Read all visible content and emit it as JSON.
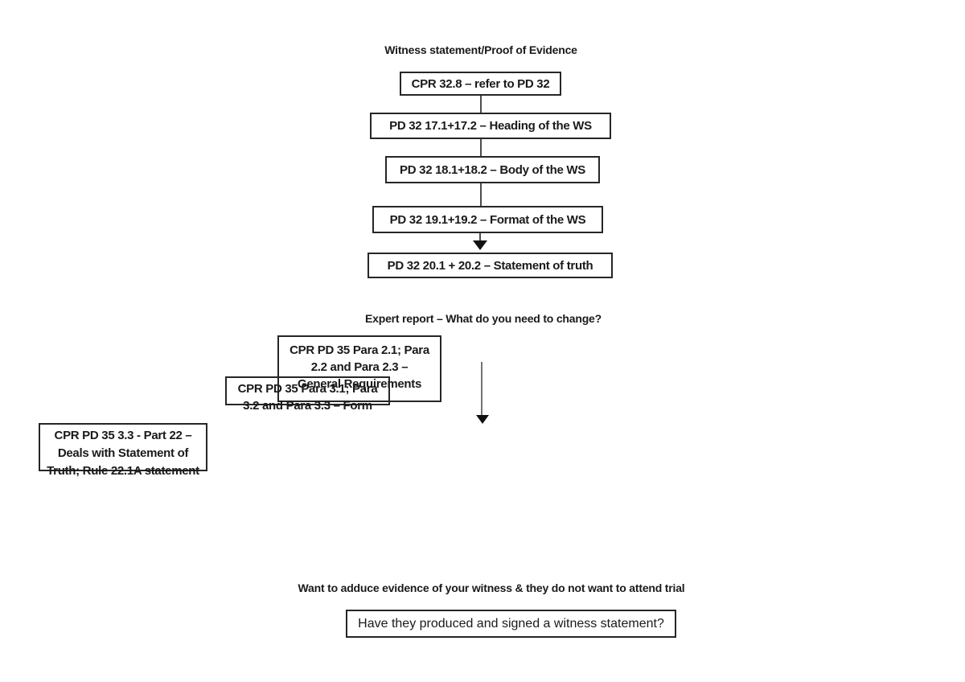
{
  "canvas": {
    "background": "#ffffff"
  },
  "colors": {
    "box_border": "#262626",
    "text": "#1a1a1a",
    "connector": "#4d4d4d",
    "expert_arrow_shaft": "#737373",
    "arrowhead": "#111111"
  },
  "witness_flow": {
    "title": "Witness statement/Proof of Evidence",
    "boxes": [
      {
        "label": "CPR 32.8 – refer to PD 32"
      },
      {
        "label": "PD 32 17.1+17.2 – Heading of the WS"
      },
      {
        "label": "PD 32 18.1+18.2 – Body of the WS"
      },
      {
        "label": "PD 32 19.1+19.2 – Format of the WS"
      },
      {
        "label": "PD 32 20.1 + 20.2 – Statement of truth"
      }
    ]
  },
  "expert_section": {
    "title": "Expert report – What do you need to change?",
    "general_requirements_box": {
      "line1": "CPR PD 35 Para 2.1; Para",
      "line2": "2.2 and Para 2.3 –",
      "line3": "General Requirements"
    },
    "para31_box": {
      "line1": "CPR PD 35 Para 3.1; Para",
      "line2_clipped": "3.2 and Para 3.3 – Form"
    },
    "part22_box": {
      "line1": "CPR PD 35 3.3 - Part 22 –",
      "line2": "Deals with Statement of",
      "line3_clipped": "Truth; Rule 22.1A statement"
    }
  },
  "witness_attendance_section": {
    "title": "Want to adduce evidence of your witness & they do not want to attend trial",
    "question_box": "Have they produced and signed a witness statement?"
  }
}
